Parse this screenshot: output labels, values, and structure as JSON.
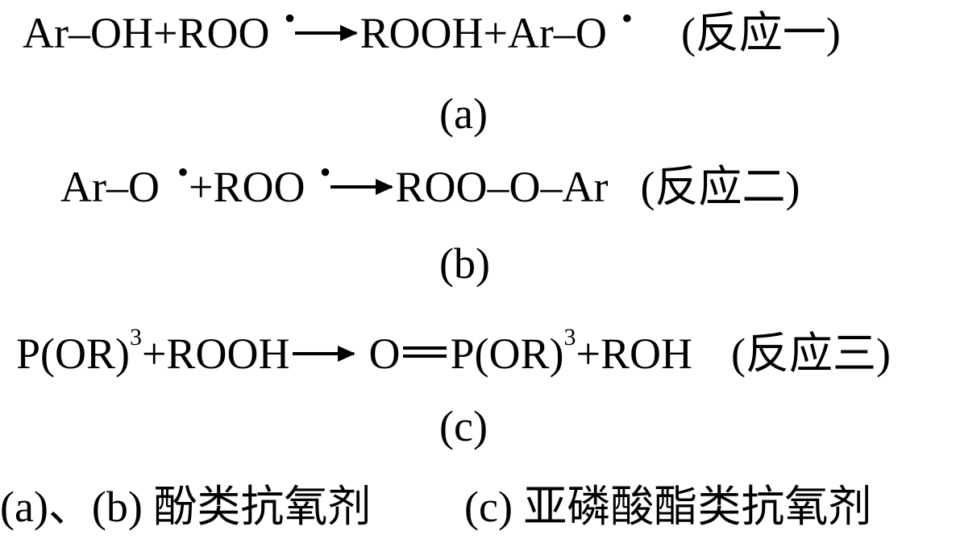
{
  "reaction1": {
    "lhs": "Ar–OH+ROO",
    "radical1": "•",
    "rhs": "ROOH+Ar–O",
    "radical2": "•",
    "note": "(反应一)",
    "label": "(a)"
  },
  "reaction2": {
    "lhs_a": "Ar–O",
    "radical1": "•",
    "lhs_b": "+ROO",
    "radical2": "•",
    "rhs": "ROO–O–Ar",
    "note": "(反应二)",
    "label": "(b)"
  },
  "reaction3": {
    "lhs_a": "P(OR)",
    "lhs_sup": "3",
    "lhs_b": "+ROOH",
    "rhs_o": "O",
    "rhs_a": "P(OR)",
    "rhs_sup": "3",
    "rhs_b": "+ROH",
    "note": "(反应三)",
    "label": "(c)"
  },
  "caption": {
    "left": "(a)、(b) 酚类抗氧剂",
    "right": "(c) 亚磷酸酯类抗氧剂"
  }
}
